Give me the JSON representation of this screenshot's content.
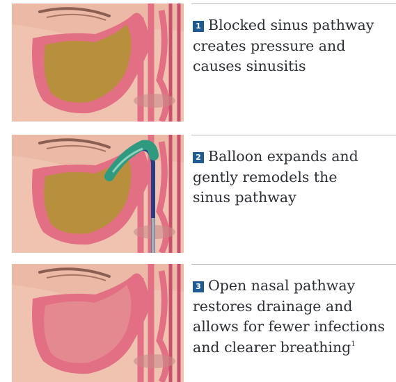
{
  "steps": [
    {
      "number": "1",
      "lines": [
        "Blocked sinus pathway",
        "creates pressure and",
        "causes sinusitis"
      ],
      "superscript": "",
      "sinus_fill": "#b78f3d",
      "balloon": false
    },
    {
      "number": "2",
      "lines": [
        "Balloon expands and",
        "gently remodels the",
        "sinus pathway"
      ],
      "superscript": "",
      "sinus_fill": "#b78f3d",
      "balloon": true
    },
    {
      "number": "3",
      "lines": [
        "Open nasal pathway",
        "restores drainage and",
        "allows for fewer infections",
        "and clearer breathing"
      ],
      "superscript": "1",
      "sinus_fill": "#e4898f",
      "balloon": false
    }
  ],
  "colors": {
    "badge": "#1f5a93",
    "text": "#2d3136",
    "skin": "#f0c3b1",
    "tissue_wall": "#e36f84",
    "balloon_green": "#2f9a80",
    "catheter_blue": "#273e86",
    "rule": "#b7bcc2"
  }
}
